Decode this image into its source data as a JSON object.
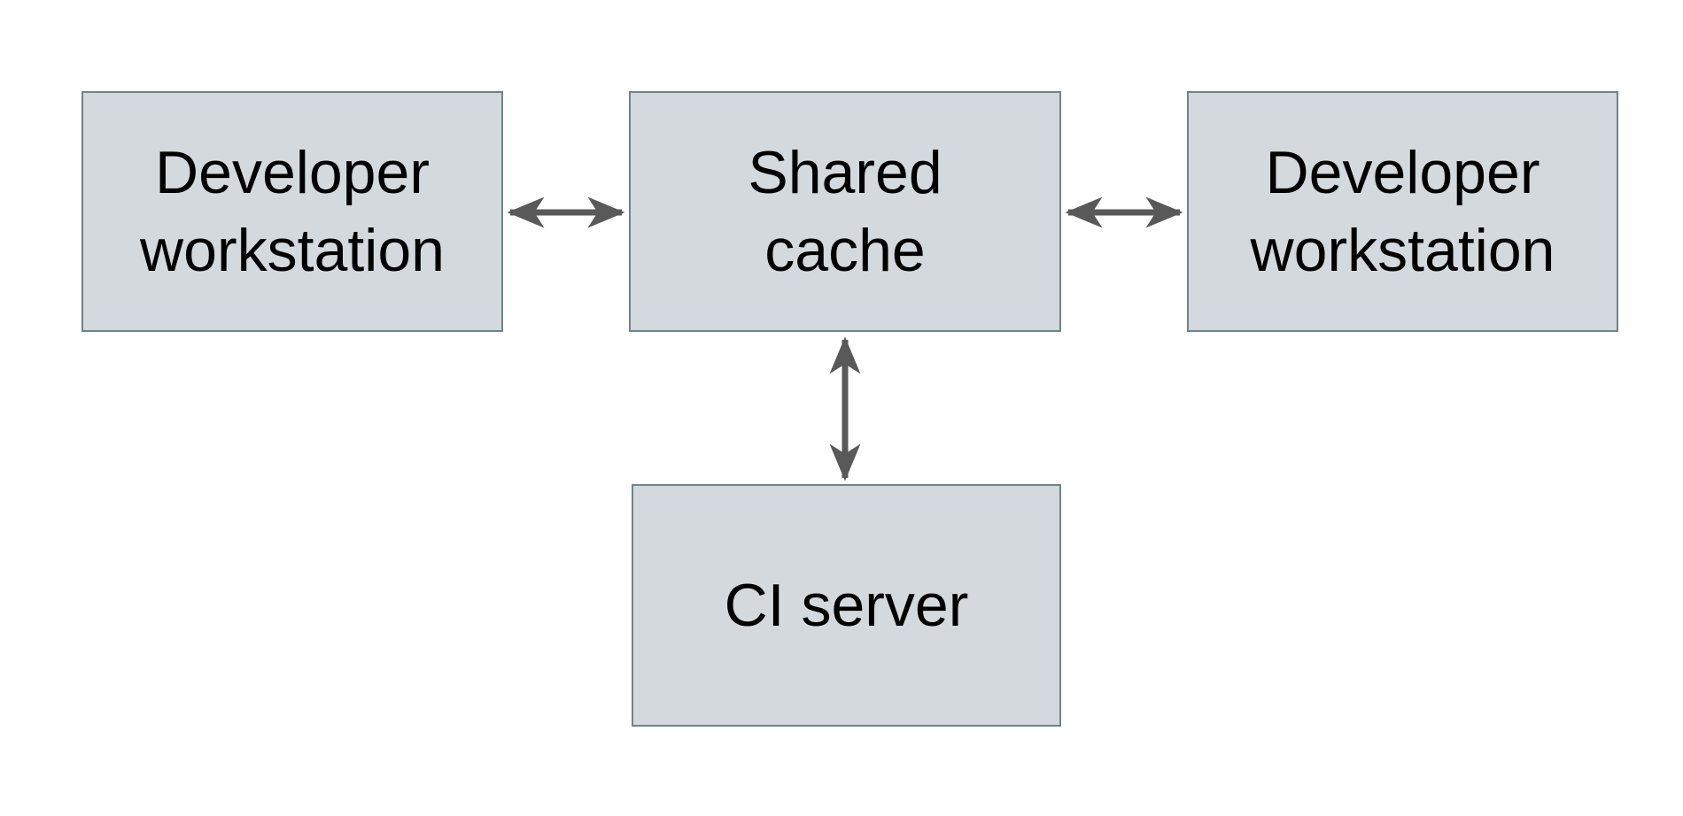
{
  "diagram": {
    "colors": {
      "background": "#ffffff",
      "node_fill": "#d3d9dc",
      "node_border": "#6f838e",
      "arrow_color": "#595959",
      "text_color": "#000000"
    },
    "nodes": [
      {
        "id": "dev-left",
        "label": "Developer workstation",
        "line1": "Developer",
        "line2": "workstation"
      },
      {
        "id": "cache",
        "label": "Shared cache",
        "line1": "Shared",
        "line2": "cache"
      },
      {
        "id": "dev-right",
        "label": "Developer workstation",
        "line1": "Developer",
        "line2": "workstation"
      },
      {
        "id": "ci",
        "label": "CI server",
        "line1": "CI server"
      }
    ],
    "edges": [
      {
        "from": "dev-left",
        "to": "cache",
        "type": "bidirectional",
        "direction": "horizontal"
      },
      {
        "from": "cache",
        "to": "dev-right",
        "type": "bidirectional",
        "direction": "horizontal"
      },
      {
        "from": "cache",
        "to": "ci",
        "type": "bidirectional",
        "direction": "vertical"
      }
    ]
  }
}
